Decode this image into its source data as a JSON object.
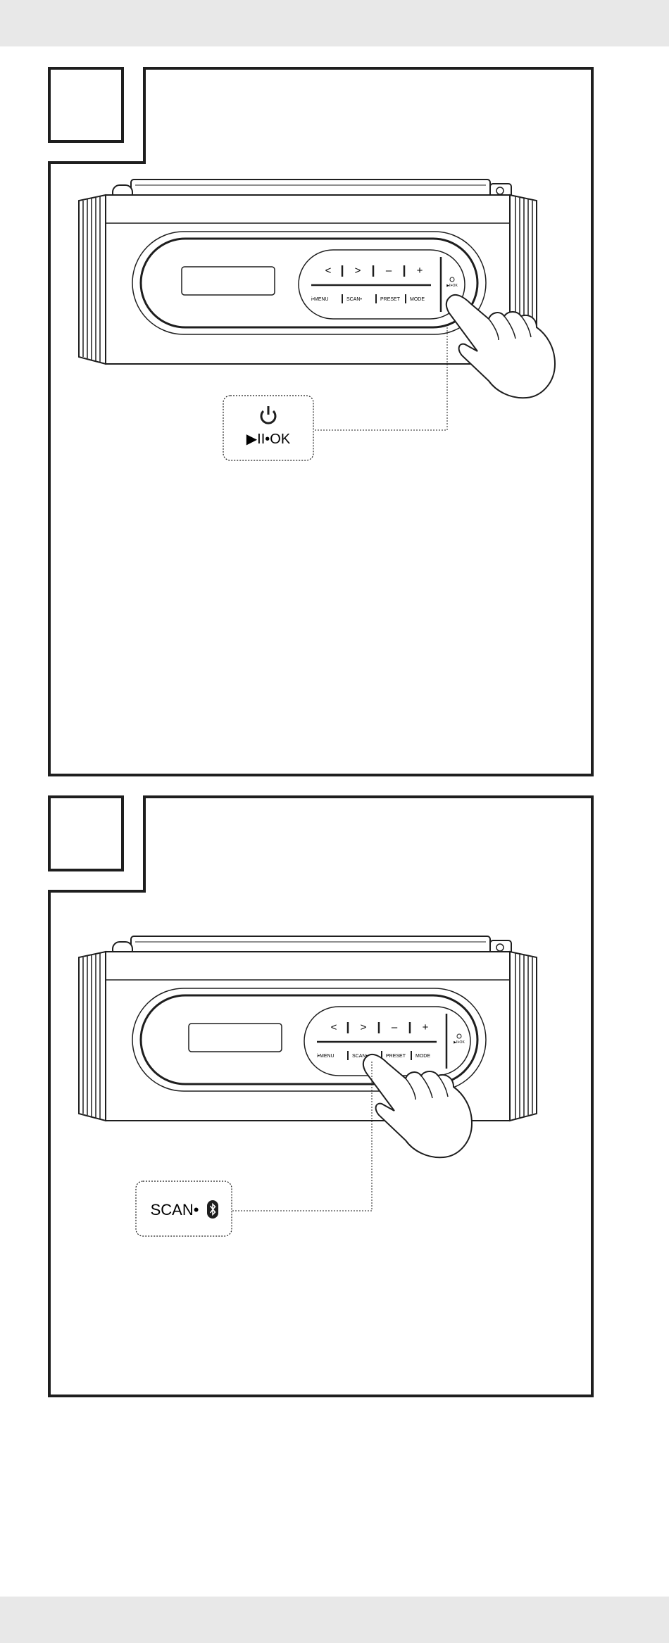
{
  "figures": [
    {
      "step_number": "",
      "callout_label": "▶II•OK",
      "callout_icon": "power-icon",
      "highlighted_button": "play-pause-ok"
    },
    {
      "step_number": "",
      "callout_label": "SCAN•",
      "callout_icon": "bluetooth-icon",
      "highlighted_button": "scan-bluetooth"
    }
  ],
  "device": {
    "top_buttons": [
      "<",
      ">",
      "–",
      "+"
    ],
    "bottom_labels": [
      "i•MENU",
      "SCAN•",
      "PRESET",
      "MODE"
    ],
    "side_button_label": "▶II•OK"
  },
  "colors": {
    "line": "#1e1e1e",
    "band": "#e8e8e8",
    "background": "#ffffff"
  }
}
